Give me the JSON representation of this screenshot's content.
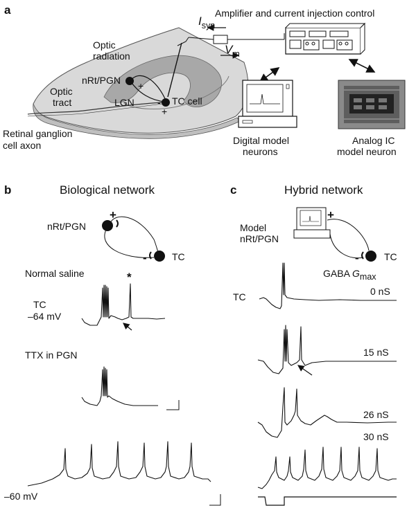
{
  "panel_a": {
    "label": "a",
    "amplifier_title": "Amplifier and current injection control",
    "i_syn": "I",
    "i_syn_sub": "syn",
    "v_m": "V",
    "v_m_sub": "m",
    "optic_radiation": [
      "Optic",
      "radiation"
    ],
    "nrt_pgn": "nRt/PGN",
    "lgn": "LGN",
    "tc_cell": "TC cell",
    "optic_tract": [
      "Optic",
      "tract"
    ],
    "retinal_axon": [
      "Retinal ganglion",
      "cell axon"
    ],
    "digital": [
      "Digital model",
      "neurons"
    ],
    "analog": [
      "Analog IC",
      "model neuron"
    ],
    "plus": "+",
    "minus": "-"
  },
  "panel_b": {
    "label": "b",
    "title": "Biological network",
    "nrt_pgn": "nRt/PGN",
    "tc": "TC",
    "plus": "+",
    "minus": "-",
    "normal_saline": "Normal saline",
    "tc_label": "TC",
    "tc_voltage": "–64 mV",
    "asterisk": "*",
    "ttx": "TTX in PGN",
    "bottom_voltage": "–60 mV"
  },
  "panel_c": {
    "label": "c",
    "title": "Hybrid network",
    "model": [
      "Model",
      "nRt/PGN"
    ],
    "tc": "TC",
    "plus": "+",
    "minus": "-",
    "gaba": "GABA ",
    "gaba_g": "G",
    "gaba_sub": "max",
    "tc_label": "TC",
    "conductances": [
      "0 nS",
      "15 nS",
      "26 nS",
      "30 nS"
    ]
  }
}
